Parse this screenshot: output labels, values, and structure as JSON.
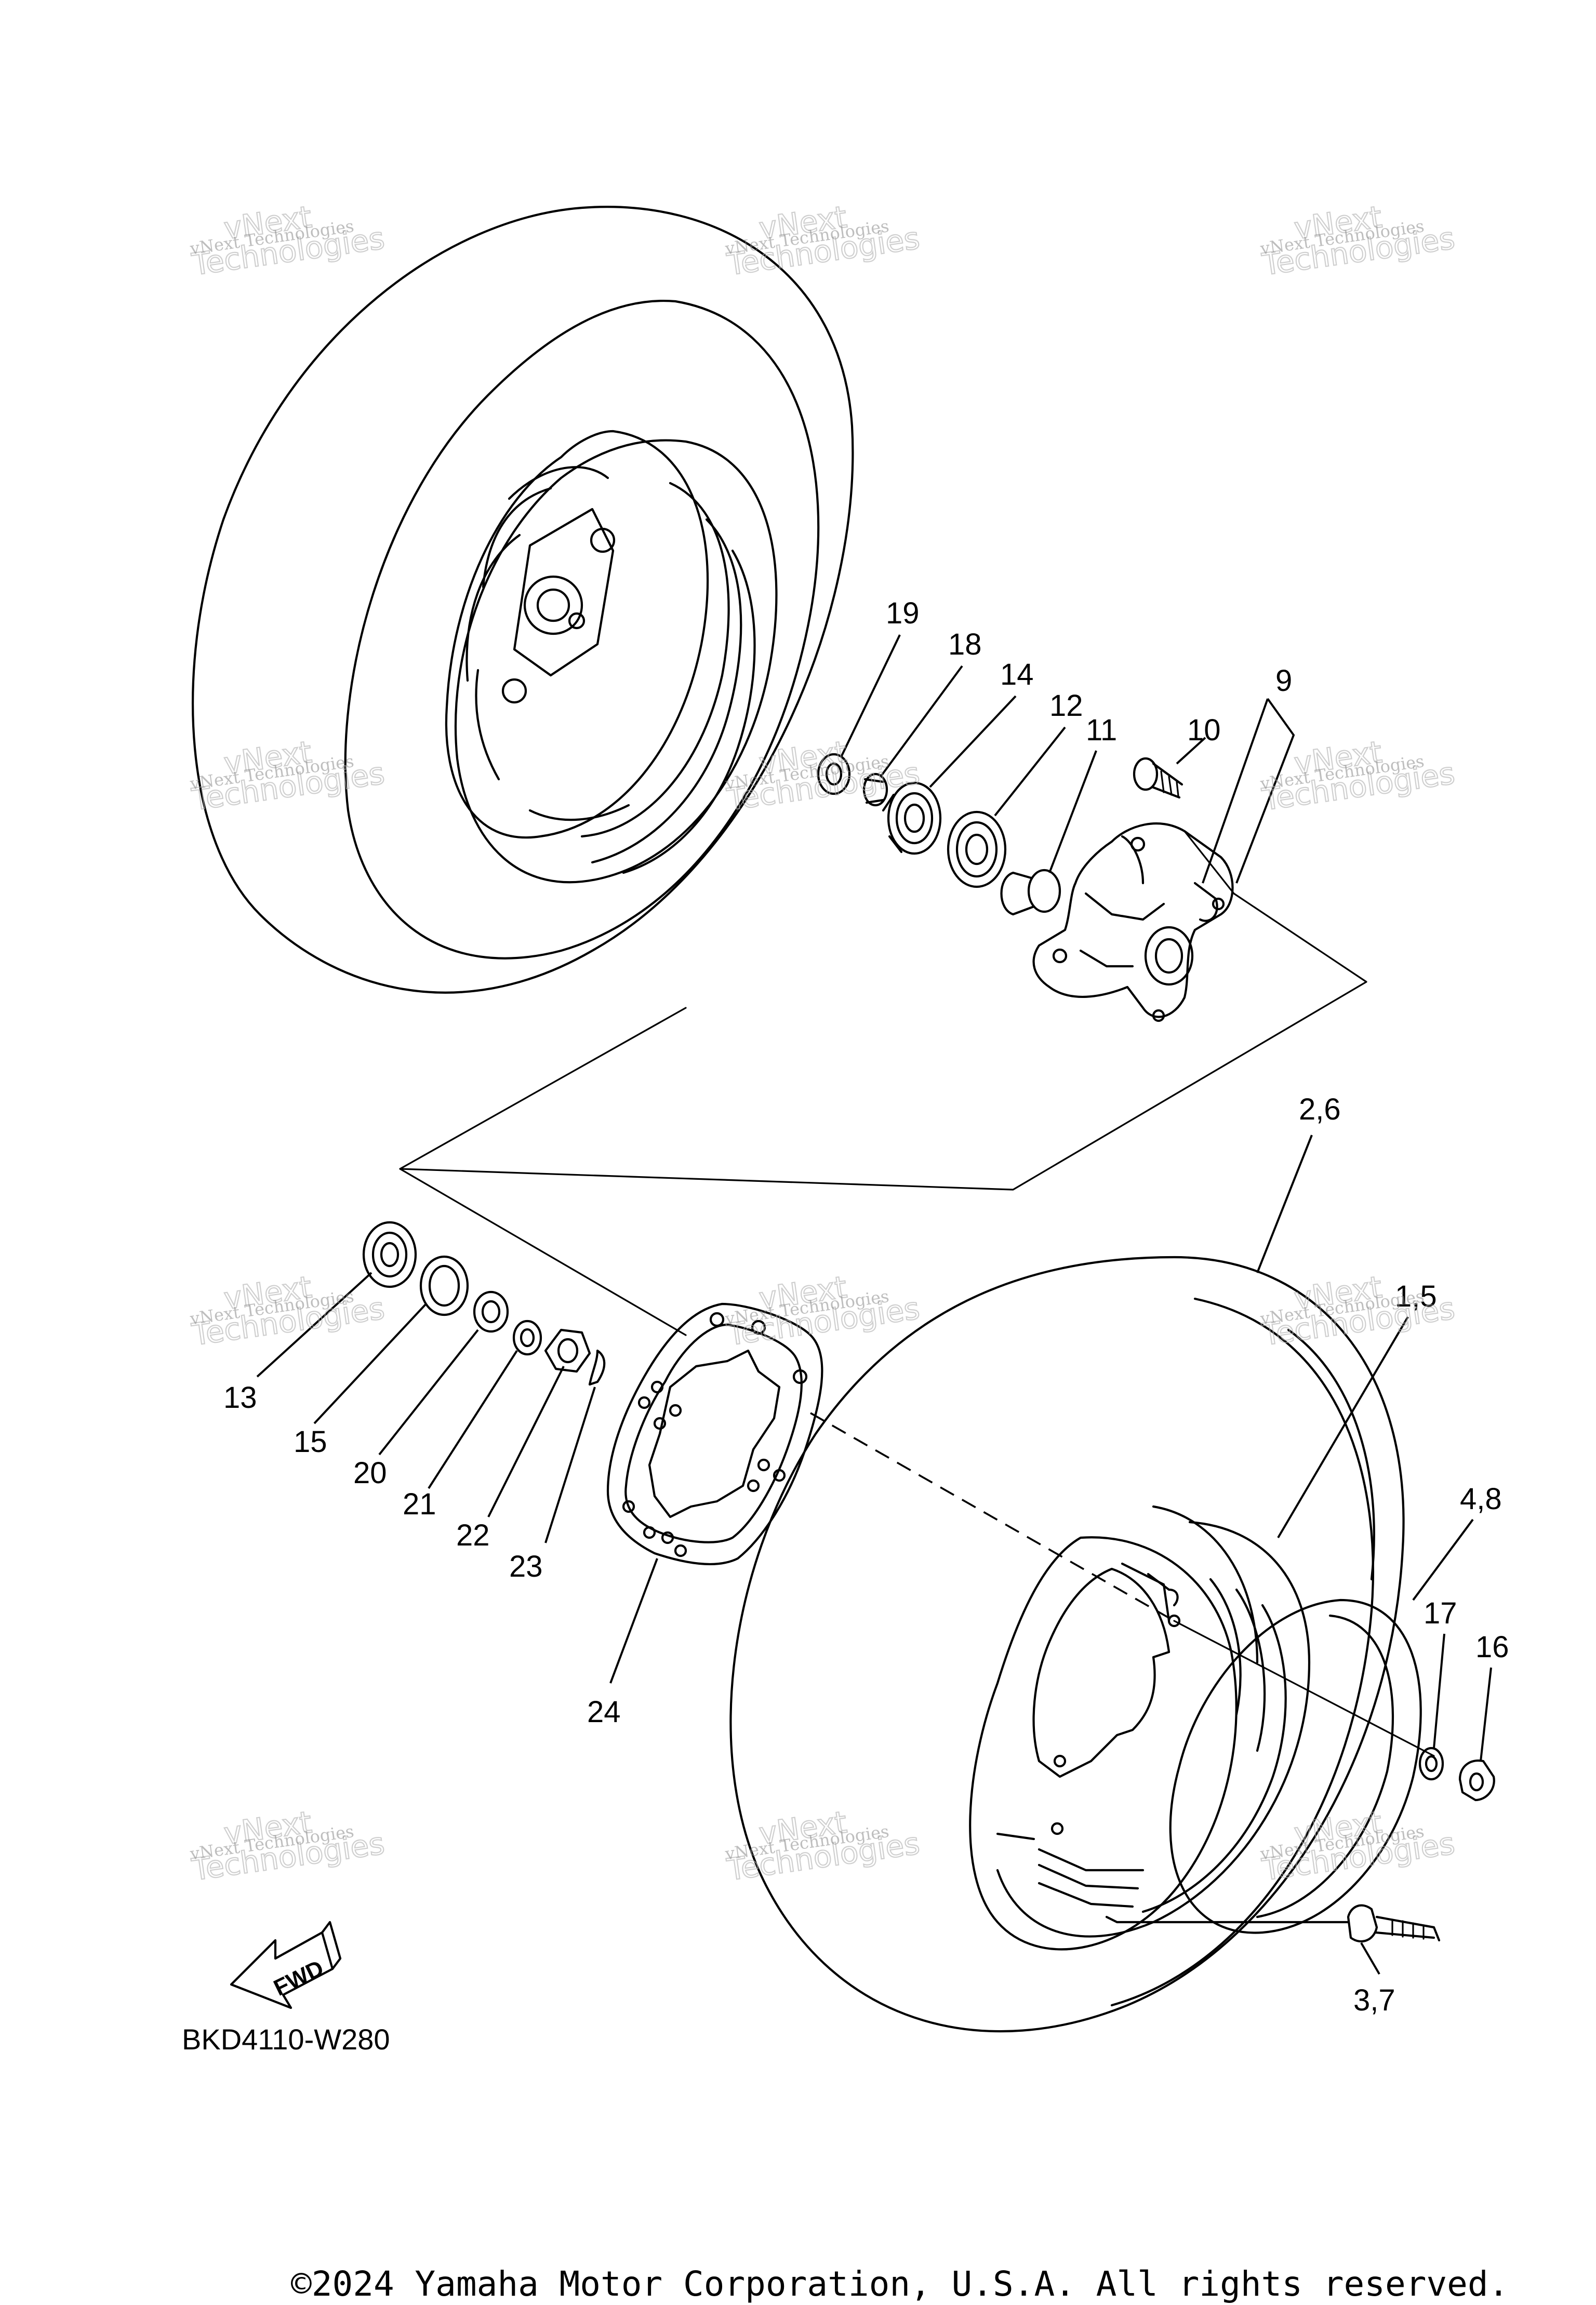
{
  "diagram": {
    "code": "BKD4110-W280",
    "fwd_label": "FWD",
    "callouts": [
      {
        "id": "c19",
        "label": "19"
      },
      {
        "id": "c18",
        "label": "18"
      },
      {
        "id": "c14",
        "label": "14"
      },
      {
        "id": "c12",
        "label": "12"
      },
      {
        "id": "c11",
        "label": "11"
      },
      {
        "id": "c10",
        "label": "10"
      },
      {
        "id": "c9",
        "label": "9"
      },
      {
        "id": "c26",
        "label": "2,6"
      },
      {
        "id": "c15b",
        "label": "1,5"
      },
      {
        "id": "c48",
        "label": "4,8"
      },
      {
        "id": "c17",
        "label": "17"
      },
      {
        "id": "c16",
        "label": "16"
      },
      {
        "id": "c37",
        "label": "3,7"
      },
      {
        "id": "c13",
        "label": "13"
      },
      {
        "id": "c15",
        "label": "15"
      },
      {
        "id": "c20",
        "label": "20"
      },
      {
        "id": "c21",
        "label": "21"
      },
      {
        "id": "c22",
        "label": "22"
      },
      {
        "id": "c23",
        "label": "23"
      },
      {
        "id": "c24",
        "label": "24"
      }
    ],
    "watermark": {
      "line1": "vNext Technologies",
      "line2": "vNext",
      "line3": "Technologies"
    }
  },
  "footer": {
    "copyright": "©2024 Yamaha Motor Corporation, U.S.A. All rights reserved."
  }
}
